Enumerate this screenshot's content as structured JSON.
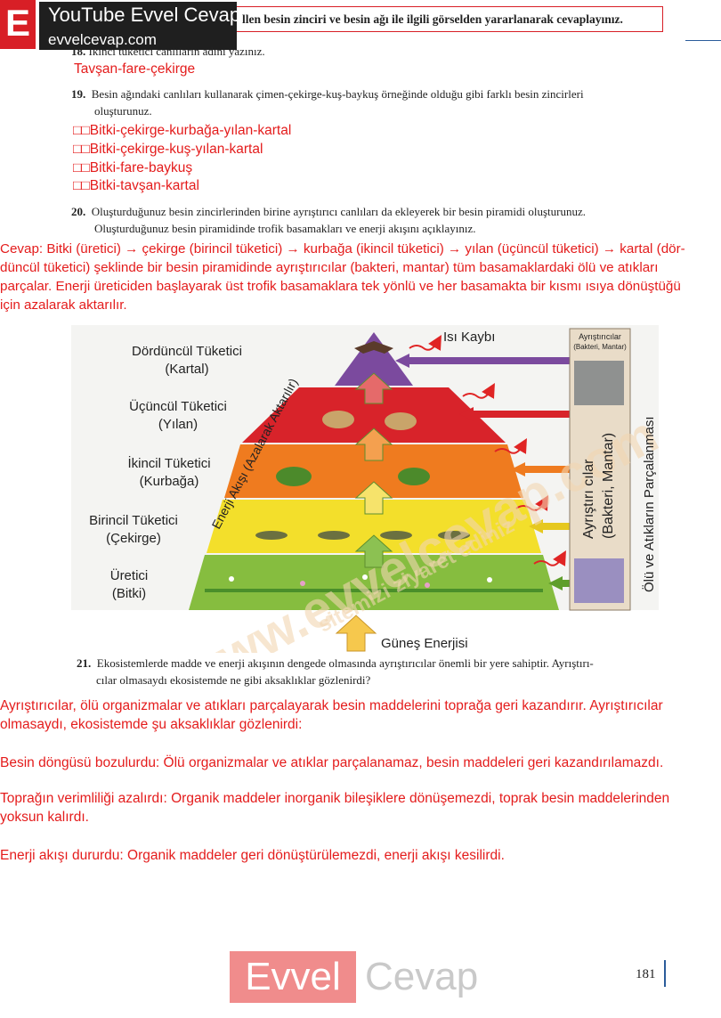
{
  "header": {
    "brand_letter": "E",
    "brand_title": "YouTube Evvel Cevap",
    "brand_url": "evvelcevap.com",
    "instruction": "llen besin zinciri ve besin ağı ile ilgili görselden yararlanarak cevaplayınız."
  },
  "q18": {
    "number": "18.",
    "text": "İkinci tüketici canlıların adını yazınız.",
    "answer": "Tavşan-fare-çekirge"
  },
  "q19": {
    "number": "19.",
    "text_line1": "Besin ağındaki canlıları kullanarak çimen-çekirge-kuş-baykuş örneğinde olduğu gibi farklı besin zincirleri",
    "text_line2": "oluşturunuz.",
    "answers": [
      "Bitki-çekirge-kurbağa-yılan-kartal",
      "Bitki-çekirge-kuş-yılan-kartal",
      "Bitki-fare-baykuş",
      "Bitki-tavşan-kartal"
    ]
  },
  "q20": {
    "number": "20.",
    "text_line1": "Oluşturduğunuz besin zincirlerinden birine ayrıştırıcı canlıları da ekleyerek bir besin piramidi oluşturunuz.",
    "text_line2": "Oluşturduğunuz besin piramidinde trofik basamakları ve enerji akışını açıklayınız.",
    "answer_lines": [
      "Cevap: Bitki (üretici) → çekirge (birincil tüketici) → kurbağa (ikincil tüketici) → yılan (üçüncül tüketici) → kartal (dör-",
      "düncül tüketici) şeklinde bir besin piramidinde ayrıştırıcılar (bakteri, mantar) tüm basamaklardaki ölü ve atıkları",
      "parçalar. Enerji üreticiden başlayarak üst trofik basamaklara tek yönlü ve her basamakta bir kısmı ısıya dönüştüğü",
      "için azalarak aktarılır."
    ]
  },
  "diagram": {
    "levels": [
      {
        "label_line1": "Dördüncül Tüketici",
        "label_line2": "(Kartal)",
        "color": "#7b4a9e"
      },
      {
        "label_line1": "Üçüncül Tüketici",
        "label_line2": "(Yılan)",
        "color": "#d8232a"
      },
      {
        "label_line1": "İkincil Tüketici",
        "label_line2": "(Kurbağa)",
        "color": "#ef7b1f"
      },
      {
        "label_line1": "Birincil Tüketici",
        "label_line2": "(Çekirge)",
        "color": "#f3df2b"
      },
      {
        "label_line1": "Üretici",
        "label_line2": "(Bitki)",
        "color": "#86bd3f"
      }
    ],
    "heat_loss": "Isı Kaybı",
    "energy_flow": "Enerji Akışı (Azalarak Aktarılır)",
    "sun": "Güneş Enerjisi",
    "decomposer_small_line1": "Ayrıştırıcılar",
    "decomposer_small_line2": "(Bakteri, Mantar)",
    "decomposer_big_line1": "Ayrıştırı cılar",
    "decomposer_big_line2": "(Bakteri, Mantar)",
    "dead_waste": "Ölü ve Atıkların Parçalanması",
    "watermark_1": "www.evvelcevap.com",
    "watermark_2": "sitemizi ziyaret ediniz"
  },
  "q21": {
    "number": "21.",
    "text_line1": "Ekosistemlerde madde ve enerji akışının dengede olmasında ayrıştırıcılar önemli bir yere sahiptir. Ayrıştırı-",
    "text_line2": "cılar olmasaydı ekosistemde ne gibi aksaklıklar gözlenirdi?",
    "answer_p1_line1": "Ayrıştırıcılar, ölü organizmalar ve atıkları parçalayarak besin maddelerini toprağa geri kazandırır. Ayrıştırıcılar",
    "answer_p1_line2": "olmasaydı, ekosistemde şu aksaklıklar gözlenirdi:",
    "answer_p2": "Besin döngüsü bozulurdu: Ölü organizmalar ve atıklar parçalanamaz, besin maddeleri geri kazandırılamazdı.",
    "answer_p3_line1": "Toprağın verimliliği azalırdı: Organik maddeler inorganik bileşiklere dönüşemezdi, toprak besin maddelerinden",
    "answer_p3_line2": "yoksun kalırdı.",
    "answer_p4": "Enerji akışı dururdu: Organik maddeler geri dönüştürülemezdi, enerji akışı kesilirdi."
  },
  "footer": {
    "logo_part1": "Evvel",
    "logo_part2": "Cevap",
    "page_number": "181"
  }
}
